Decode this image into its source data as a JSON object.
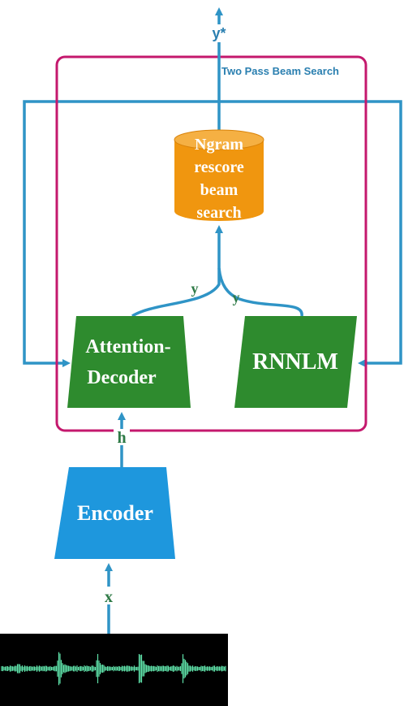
{
  "labels": {
    "output": "y*",
    "box_title": "Two Pass Beam Search",
    "ngram_line1": "Ngram",
    "ngram_line2": "rescore",
    "ngram_line3": "beam",
    "ngram_line4": "search",
    "edge_decoder": "y",
    "edge_rnnlm": "y",
    "decoder_line1": "Attention-",
    "decoder_line2": "Decoder",
    "rnnlm": "RNNLM",
    "edge_h": "h",
    "encoder": "Encoder",
    "edge_x": "x"
  },
  "colors": {
    "arrow": "#2f94c6",
    "box_border": "#c4186d",
    "cylinder": "#f0960f",
    "green_block": "#2e8b2e",
    "encoder": "#1e97dd",
    "waveform_bg": "#000000",
    "waveform": "#5ee0a8",
    "title_text": "#2a7fb0"
  }
}
